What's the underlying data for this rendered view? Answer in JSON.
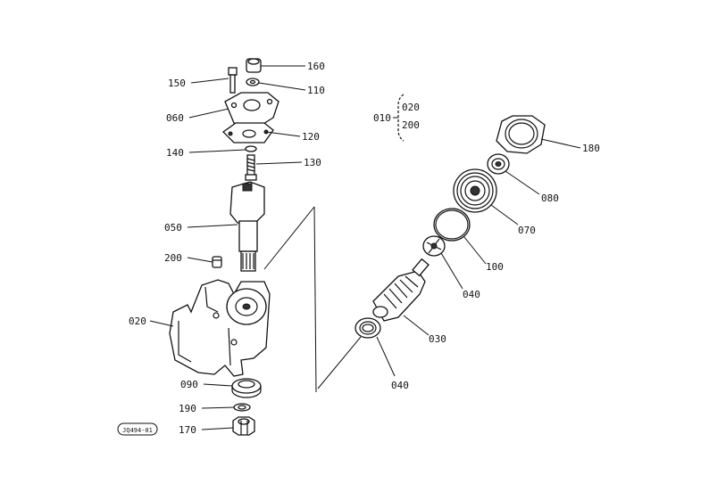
{
  "diagram": {
    "colors": {
      "ink": "#111111",
      "background": "#ffffff"
    },
    "assembly_group": {
      "main": "010",
      "sub": [
        "020",
        "200"
      ]
    },
    "callouts": {
      "p150": "150",
      "p160": "160",
      "p110": "110",
      "p060": "060",
      "p120": "120",
      "p140": "140",
      "p130": "130",
      "p050": "050",
      "p200": "200",
      "p020": "020",
      "p090": "090",
      "p190": "190",
      "p170": "170",
      "p180": "180",
      "p080": "080",
      "p070": "070",
      "p100": "100",
      "p040a": "040",
      "p030": "030",
      "p040b": "040"
    },
    "drawing_code": "JQ494-01"
  }
}
